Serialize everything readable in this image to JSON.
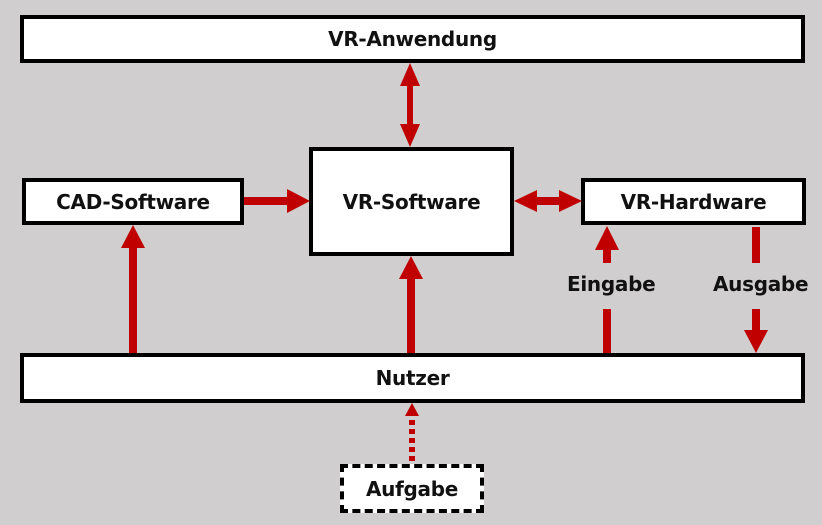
{
  "diagram": {
    "title": "VR system architecture",
    "nodes": {
      "vr_anwendung": "VR-Anwendung",
      "cad_software": "CAD-Software",
      "vr_software": "VR-Software",
      "vr_hardware": "VR-Hardware",
      "nutzer": "Nutzer",
      "aufgabe": "Aufgabe"
    },
    "edge_labels": {
      "eingabe": "Eingabe",
      "ausgabe": "Ausgabe"
    },
    "edges": [
      {
        "from": "VR-Anwendung",
        "to": "VR-Software",
        "type": "bidirectional"
      },
      {
        "from": "CAD-Software",
        "to": "VR-Software",
        "type": "directed"
      },
      {
        "from": "VR-Software",
        "to": "VR-Hardware",
        "type": "bidirectional"
      },
      {
        "from": "Nutzer",
        "to": "CAD-Software",
        "type": "directed"
      },
      {
        "from": "Nutzer",
        "to": "VR-Software",
        "type": "directed"
      },
      {
        "from": "Nutzer",
        "to": "VR-Hardware",
        "type": "directed",
        "label": "Eingabe"
      },
      {
        "from": "VR-Hardware",
        "to": "Nutzer",
        "type": "directed",
        "label": "Ausgabe"
      },
      {
        "from": "Aufgabe",
        "to": "Nutzer",
        "type": "dotted"
      }
    ],
    "colors": {
      "background": "#d0cecf",
      "arrow": "#c00000",
      "box_fill": "#ffffff",
      "box_border": "#000000"
    }
  }
}
